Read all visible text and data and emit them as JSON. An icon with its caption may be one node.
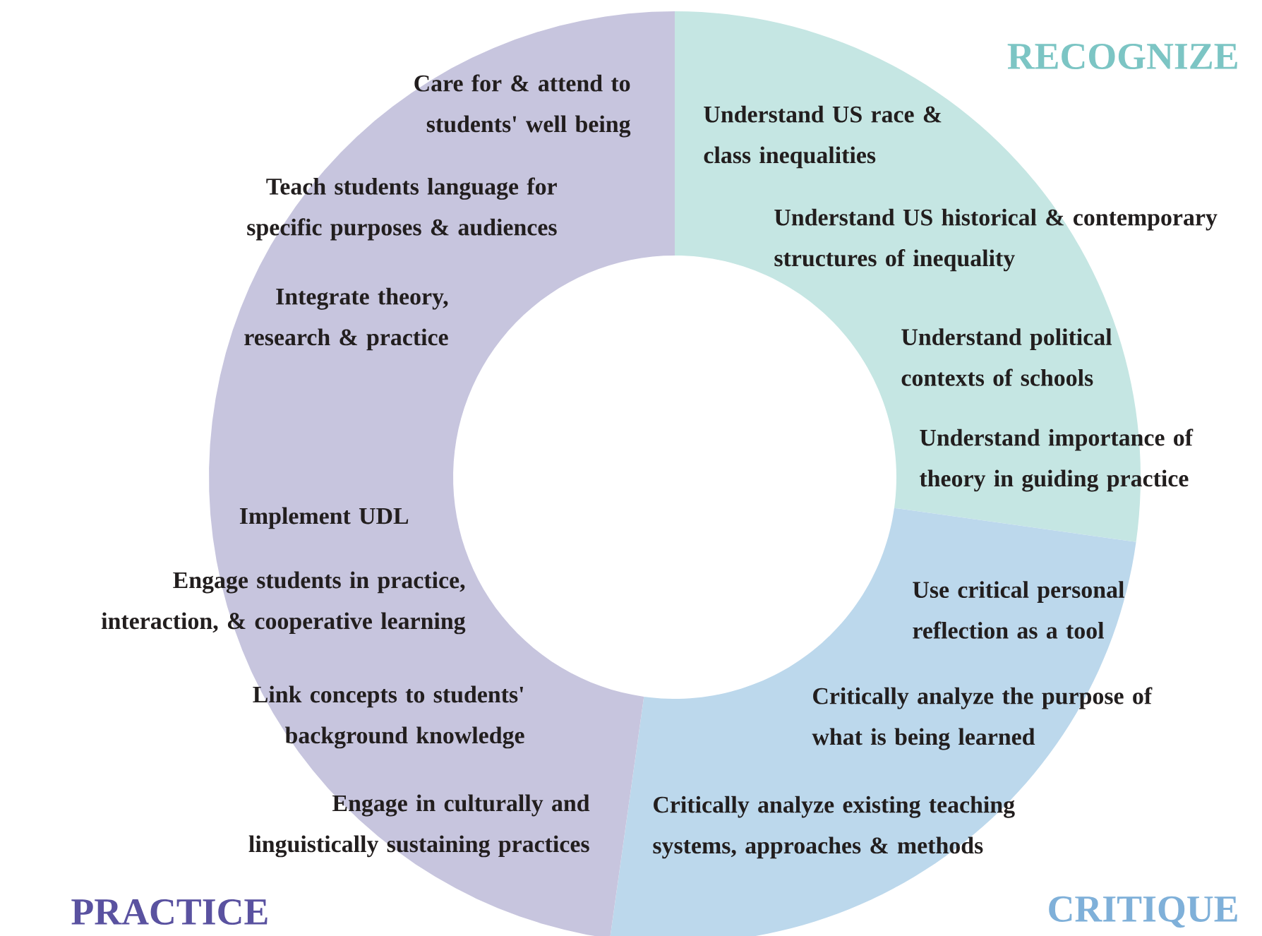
{
  "diagram": {
    "nodes": [
      {
        "text": [
          "RECOGNIZE",
          "Understand US race & class inequalities",
          "Understand US historical & contemporary structures of inequality",
          "Understand political contexts of schools",
          "Understand importance of theory in guiding practice"
        ]
      },
      {
        "text": [
          "Use critical personal reflection as a tool",
          "Critically analyze the purpose of what is being learned",
          "Critically analyze existing teaching systems, approaches & methods",
          "CRITIQUE"
        ]
      },
      {
        "text": [
          "Care for & attend to students' well being",
          "Teach students language for specific purposes & audiences",
          "Integrate theory, research & practice",
          "Implement UDL",
          "Engage students in practice, interaction, & cooperative learning",
          "Link concepts to students' background knowledge",
          "Engage in culturally and linguistically sustaining practices",
          "PRACTICE"
        ]
      }
    ]
  }
}
